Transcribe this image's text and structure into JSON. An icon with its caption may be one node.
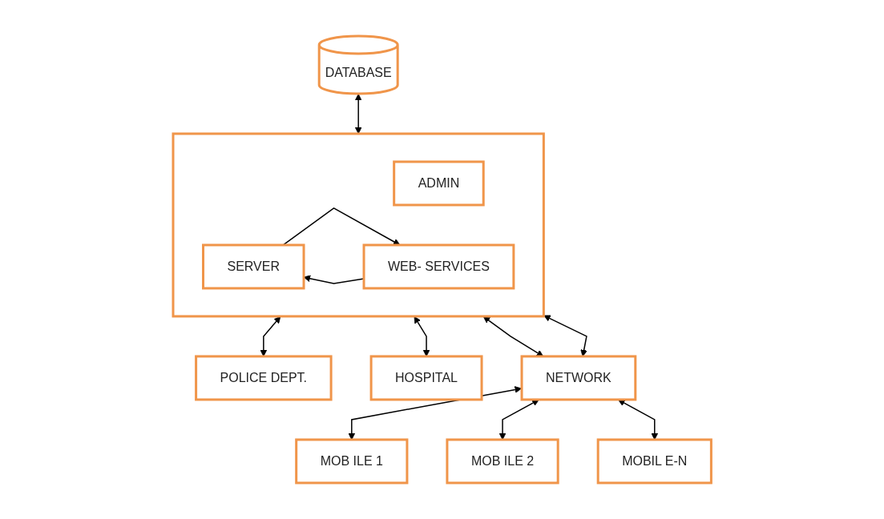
{
  "diagram": {
    "nodes": [
      {
        "text": [],
        "shape": "box"
      },
      {
        "text": [
          "ADMIN"
        ],
        "in": 0
      },
      {
        "text": [
          "SERVER"
        ],
        "in": 0
      },
      {
        "text": [
          "WEB- SERVICES"
        ],
        "in": 0
      },
      {
        "text": [
          "DATABASE"
        ]
      },
      {
        "text": [
          "POLICE DEPT."
        ]
      },
      {
        "text": [
          "HOSPITAL"
        ]
      },
      {
        "text": [
          "NETWORK"
        ]
      },
      {
        "text": [
          "MOB ILE 1"
        ]
      },
      {
        "text": [
          "MOB ILE 2"
        ]
      },
      {
        "text": [
          "MOBIL E-N"
        ]
      }
    ],
    "edges": [
      {
        "from": 4,
        "to": 0,
        "arrow": "both"
      },
      {
        "from": 0,
        "to": 5,
        "arrow": "both"
      },
      {
        "from": 0,
        "to": 6,
        "arrow": "both"
      },
      {
        "from": 2,
        "to": 3,
        "arrow": "to"
      },
      {
        "from": 3,
        "to": 2,
        "arrow": "to"
      },
      {
        "from": 0,
        "to": 7,
        "arrow": "both"
      },
      {
        "from": 0,
        "to": 7,
        "arrow": "both"
      },
      {
        "from": 7,
        "to": 8,
        "arrow": "both"
      },
      {
        "from": 7,
        "to": 9,
        "arrow": "both"
      },
      {
        "from": 7,
        "to": 10,
        "arrow": "both"
      }
    ]
  }
}
